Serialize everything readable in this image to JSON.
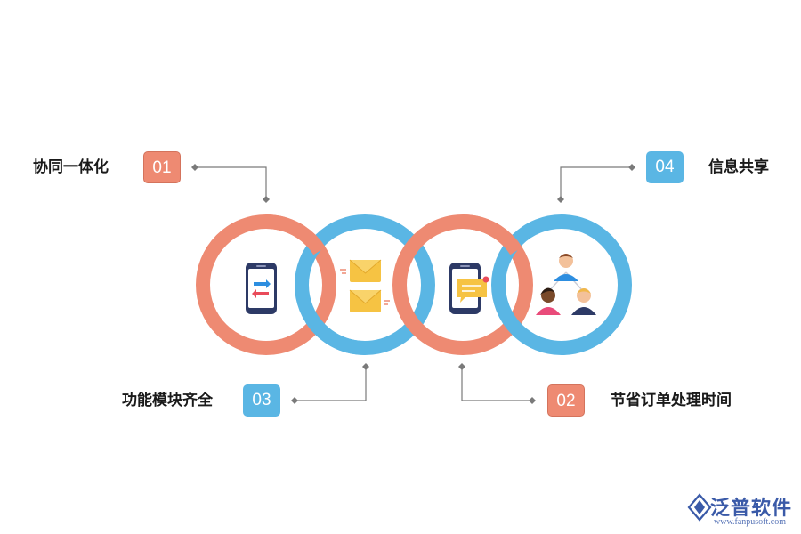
{
  "steps": [
    {
      "number": "01",
      "label": "协同一体化"
    },
    {
      "number": "02",
      "label": "节省订单处理时间"
    },
    {
      "number": "03",
      "label": "功能模块齐全"
    },
    {
      "number": "04",
      "label": "信息共享"
    }
  ],
  "brand": {
    "name": "泛普软件",
    "url": "www.fanpusoft.com"
  },
  "colors": {
    "salmon": "#ee8a72",
    "blue": "#5ab6e4",
    "connector": "#777777"
  }
}
